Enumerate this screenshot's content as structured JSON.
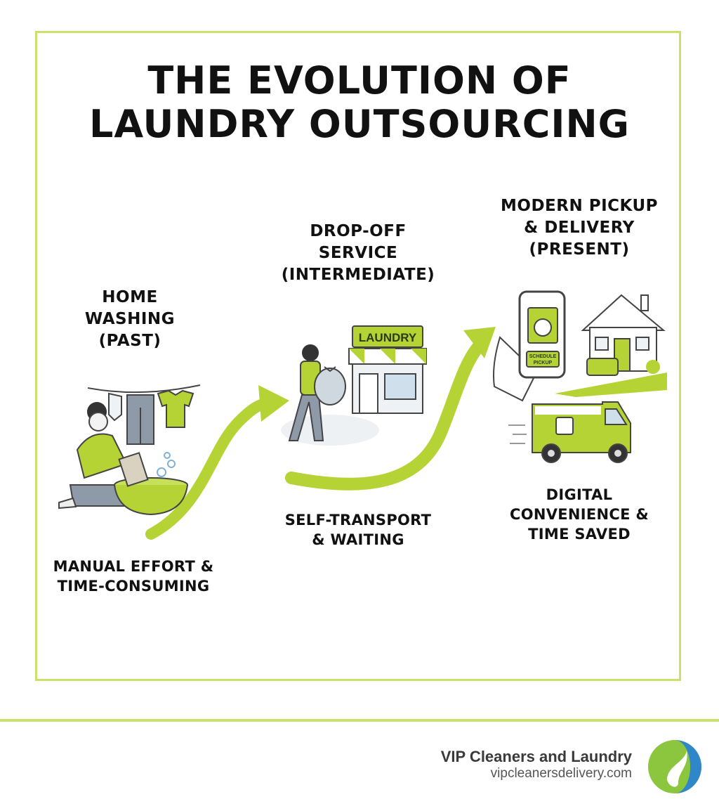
{
  "title": {
    "line1": "THE EVOLUTION OF",
    "line2": "LAUNDRY OUTSOURCING"
  },
  "stages": [
    {
      "label": [
        "HOME",
        "WASHING",
        "(PAST)"
      ],
      "note": [
        "MANUAL EFFORT &",
        "TIME-CONSUMING"
      ]
    },
    {
      "label": [
        "DROP-OFF",
        "SERVICE",
        "(INTERMEDIATE)"
      ],
      "note": [
        "SELF-TRANSPORT",
        "& WAITING"
      ]
    },
    {
      "label": [
        "MODERN PICKUP",
        "& DELIVERY",
        "(PRESENT)"
      ],
      "note": [
        "DIGITAL",
        "CONVENIENCE &",
        "TIME SAVED"
      ]
    }
  ],
  "illustration_text": {
    "shop_sign": "LAUNDRY",
    "phone_button": [
      "SCHEDULE",
      "PICKUP"
    ]
  },
  "footer": {
    "brand": "VIP Cleaners and Laundry",
    "url": "vipcleanersdelivery.com"
  },
  "colors": {
    "accent": "#b5d334",
    "frame": "#c9e26a",
    "text": "#111111",
    "logo_blue": "#2f86c8"
  }
}
